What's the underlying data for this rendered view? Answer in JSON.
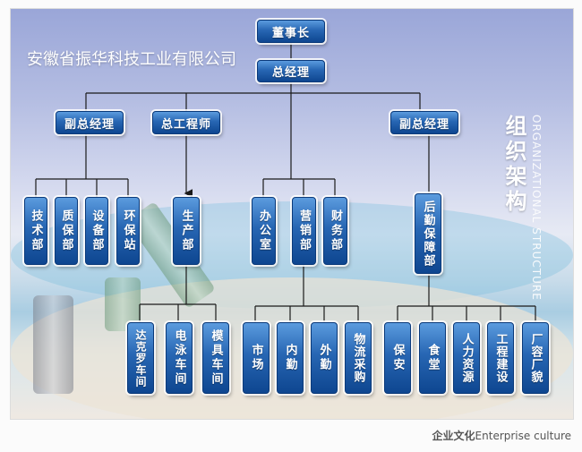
{
  "company_name": "安徽省振华科技工业有限公司",
  "org_title_cn": "组织架构",
  "org_title_en": "ORGANIZATIONAL STRUCTURE",
  "footer": {
    "cn": "企业文化",
    "en": "Enterprise culture"
  },
  "colors": {
    "node_dark": "#0e4690",
    "node_light": "#5b9bde",
    "line": "#1a1a1a"
  },
  "nodes": {
    "chairman": "董事长",
    "gm": "总经理",
    "vgm_left": "副总经理",
    "chief_engineer": "总工程师",
    "vgm_right": "副总经理",
    "tech": "技术部",
    "qa": "质保部",
    "equipment": "设备部",
    "env": "环保站",
    "production": "生产部",
    "office": "办公室",
    "marketing": "营销部",
    "finance": "财务部",
    "logistics": "后勤保障部",
    "dacromet": "达克罗车间",
    "electroplating": "电泳车间",
    "mold": "模具车间",
    "market": "市场",
    "internal": "内勤",
    "field": "外勤",
    "procurement": "物流采购",
    "security": "保安",
    "canteen": "食堂",
    "hr": "人力资源",
    "construction": "工程建设",
    "appearance": "厂容厂貌"
  }
}
